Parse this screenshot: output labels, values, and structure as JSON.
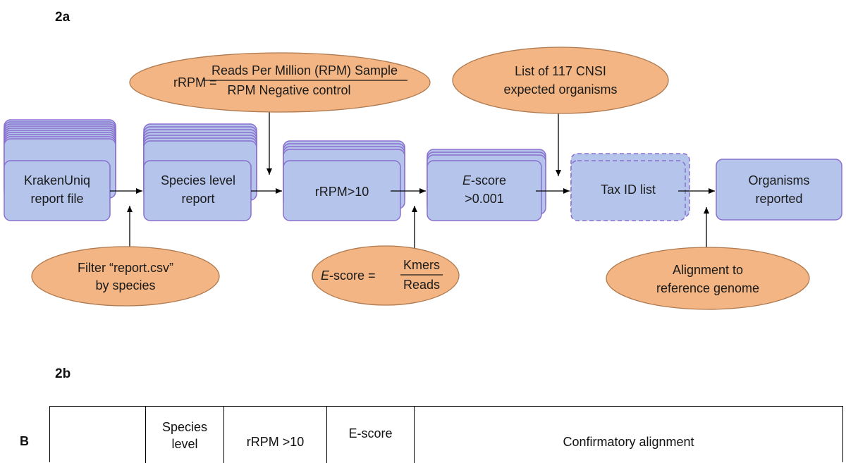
{
  "panel_a": {
    "label": "2a",
    "boxes": {
      "krakenuniq": [
        "KrakenUniq",
        "report file"
      ],
      "species": [
        "Species level",
        "report"
      ],
      "rrpm": [
        "rRPM>10"
      ],
      "escore_prefix": "E",
      "escore_suffix": "-score",
      "escore_value": ">0.001",
      "taxid": [
        "Tax ID list"
      ],
      "organisms": [
        "Organisms",
        "reported"
      ]
    },
    "ovals": {
      "rrpm_formula": {
        "lhs": "rRPM  =",
        "numerator": "Reads Per Million (RPM) Sample",
        "denominator": "RPM Negative control"
      },
      "cnsi": [
        "List of 117 CNSI",
        "expected organisms"
      ],
      "filter": [
        "Filter “report.csv”",
        "by species"
      ],
      "escore_formula": {
        "lhs_prefix": "E",
        "lhs_suffix": "-score  =",
        "numerator": "Kmers",
        "denominator": "Reads"
      },
      "alignment": [
        "Alignment to",
        "reference genome"
      ]
    },
    "colors": {
      "box_fill": "#b4c4ea",
      "box_stroke": "#8a6fcf",
      "oval_fill": "#f2b583",
      "oval_stroke": "#b07a50"
    }
  },
  "panel_b": {
    "label": "2b",
    "row_label": "B",
    "headers": [
      "",
      "Species level",
      "rRPM >10",
      "E-score",
      "Confirmatory alignment"
    ]
  }
}
